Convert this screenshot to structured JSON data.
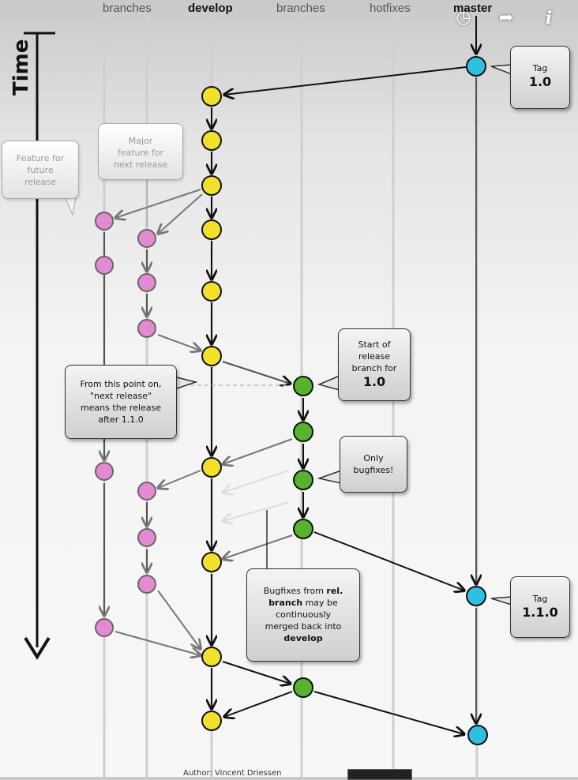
{
  "headers": {
    "feature_branches": "branches",
    "develop": "develop",
    "release_branches": "branches",
    "hotfixes": "hotfixes",
    "master": "master"
  },
  "time_label": "Time",
  "callouts": {
    "tag_1_0": {
      "line1": "Tag",
      "line2": "1.0"
    },
    "feature_future": {
      "l1": "Feature for",
      "l2": "future",
      "l3": "release"
    },
    "major_feature": {
      "l1": "Major",
      "l2": "feature for",
      "l3": "next release"
    },
    "release_start": {
      "l1": "Start of",
      "l2": "release",
      "l3": "branch for",
      "l4": "1.0"
    },
    "next_release": {
      "l1": "From this point on,",
      "l2": "\"next release\"",
      "l3": "means the release",
      "l4": "after 1.1.0"
    },
    "only_bugfixes": {
      "l1": "Only",
      "l2": "bugfixes!"
    },
    "tag_1_1_0": {
      "line1": "Tag",
      "line2": "1.1.0"
    },
    "bugfixes_merged": {
      "l1": "Bugfixes from",
      "l1b": "rel.",
      "l2": "branch",
      "l2b": "may be",
      "l3": "continuously",
      "l4": "merged back into",
      "l5": "develop"
    }
  },
  "footer": {
    "author": "Author: Vincent Driessen"
  },
  "colors": {
    "develop": "#f3e02b",
    "feature": "#e48ad3",
    "release": "#56b42c",
    "master": "#2ec0e0"
  },
  "video_controls": [
    "clock-icon",
    "share-icon",
    "info-icon"
  ]
}
